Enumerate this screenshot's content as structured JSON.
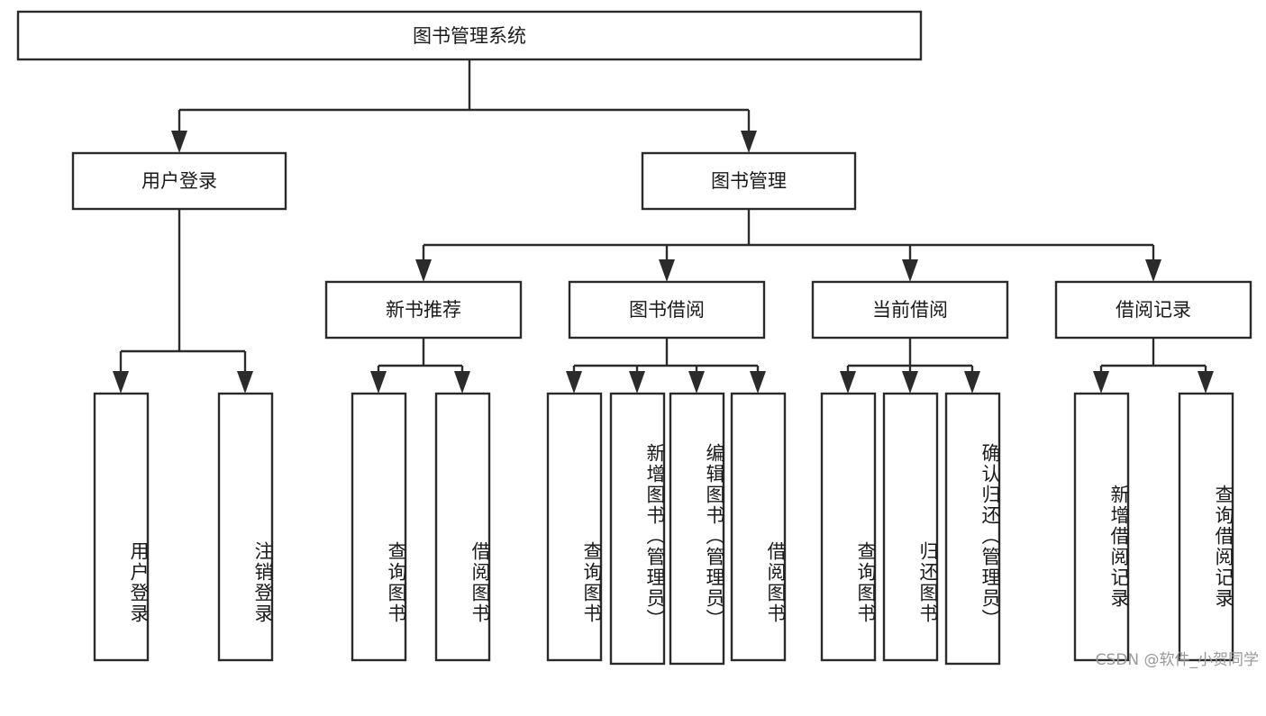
{
  "diagram": {
    "title_node": {
      "label": "图书管理系统"
    },
    "level2": [
      {
        "id": "user-login",
        "label": "用户登录"
      },
      {
        "id": "book-manage",
        "label": "图书管理"
      }
    ],
    "level3": [
      {
        "id": "new-book-recommend",
        "label": "新书推荐",
        "parent": "book-manage"
      },
      {
        "id": "book-borrow",
        "label": "图书借阅",
        "parent": "book-manage"
      },
      {
        "id": "current-borrow",
        "label": "当前借阅",
        "parent": "book-manage"
      },
      {
        "id": "borrow-record",
        "label": "借阅记录",
        "parent": "book-manage"
      }
    ],
    "leaves": [
      {
        "id": "leaf-user-login",
        "label": "用户登录",
        "parent": "user-login"
      },
      {
        "id": "leaf-logout",
        "label": "注销登录",
        "parent": "user-login"
      },
      {
        "id": "leaf-query-book-1",
        "label": "查询图书",
        "parent": "new-book-recommend"
      },
      {
        "id": "leaf-borrow-book-1",
        "label": "借阅图书",
        "parent": "new-book-recommend"
      },
      {
        "id": "leaf-query-book-2",
        "label": "查询图书",
        "parent": "book-borrow"
      },
      {
        "id": "leaf-add-book",
        "label": "新增图书（管理员）",
        "parent": "book-borrow"
      },
      {
        "id": "leaf-edit-book",
        "label": "编辑图书（管理员）",
        "parent": "book-borrow"
      },
      {
        "id": "leaf-borrow-book-2",
        "label": "借阅图书",
        "parent": "book-borrow"
      },
      {
        "id": "leaf-query-book-3",
        "label": "查询图书",
        "parent": "current-borrow"
      },
      {
        "id": "leaf-return-book",
        "label": "归还图书",
        "parent": "current-borrow"
      },
      {
        "id": "leaf-confirm-return",
        "label": "确认归还（管理员）",
        "parent": "current-borrow"
      },
      {
        "id": "leaf-add-record",
        "label": "新增借阅记录",
        "parent": "borrow-record"
      },
      {
        "id": "leaf-query-record",
        "label": "查询借阅记录",
        "parent": "borrow-record"
      }
    ]
  },
  "watermark": {
    "text": "CSDN @软件_小贺同学"
  },
  "colors": {
    "stroke": "#2b2b2b",
    "fill": "#ffffff",
    "text": "#1a1a1a",
    "watermark": "#9a9a9a"
  }
}
